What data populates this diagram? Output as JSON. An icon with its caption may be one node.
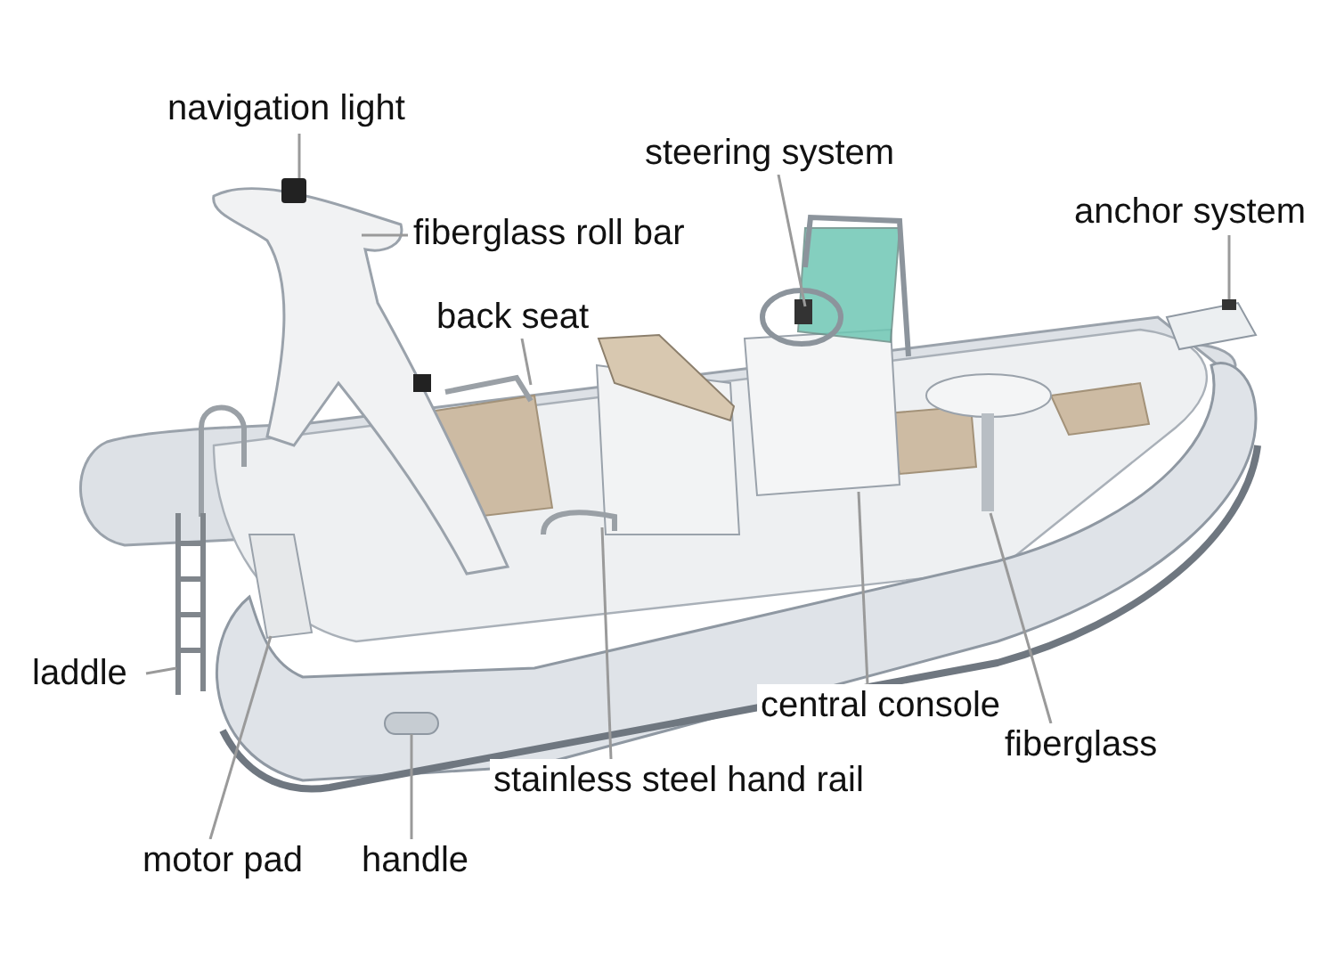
{
  "diagram": {
    "nodes": [
      {
        "text": [
          "navigation light"
        ]
      },
      {
        "text": [
          "steering system"
        ]
      },
      {
        "text": [
          "anchor system"
        ]
      },
      {
        "text": [
          "fiberglass roll bar"
        ]
      },
      {
        "text": [
          "back seat"
        ]
      },
      {
        "text": [
          "laddle"
        ]
      },
      {
        "text": [
          "central console"
        ]
      },
      {
        "text": [
          "fiberglass"
        ]
      },
      {
        "text": [
          "stainless steel hand rail"
        ]
      },
      {
        "text": [
          "motor pad"
        ]
      },
      {
        "text": [
          "handle"
        ]
      }
    ],
    "edges": [
      {
        "from": 0,
        "to": null,
        "arrow": "none"
      },
      {
        "from": 1,
        "to": null,
        "arrow": "none"
      },
      {
        "from": 2,
        "to": null,
        "arrow": "none"
      },
      {
        "from": 3,
        "to": null,
        "arrow": "none"
      },
      {
        "from": 4,
        "to": null,
        "arrow": "none"
      },
      {
        "from": 5,
        "to": null,
        "arrow": "none"
      },
      {
        "from": 6,
        "to": null,
        "arrow": "none"
      },
      {
        "from": 7,
        "to": null,
        "arrow": "none"
      },
      {
        "from": 8,
        "to": null,
        "arrow": "none"
      },
      {
        "from": 9,
        "to": null,
        "arrow": "none"
      },
      {
        "from": 10,
        "to": null,
        "arrow": "none"
      }
    ]
  }
}
